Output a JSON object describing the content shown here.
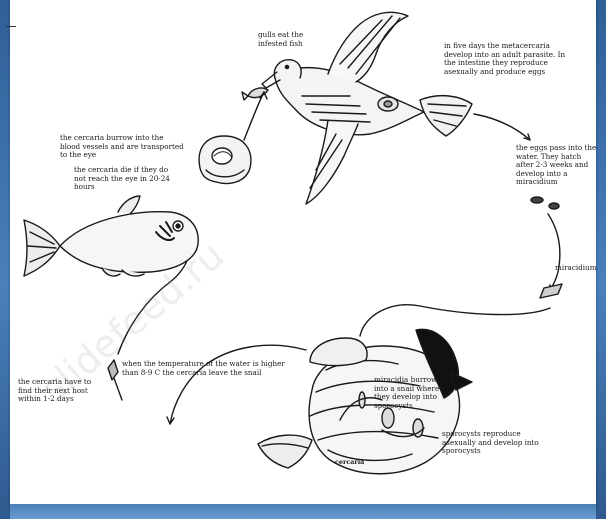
{
  "labels": {
    "gulls_eat": "gulls eat the infested fish",
    "five_days": "in five days the metacercaria develop into an adult parasite. In the intestine they reproduce asexually and produce eggs",
    "eggs_pass": "the eggs pass into the water. They hatch after 2-3 weeks and develop into a miracidium",
    "miracidium": "miracidium",
    "miracidia_burrow": "miracidia burrow into a snail where they develop into sporocysts",
    "sporocysts": "sporocysts reproduce asexually and develop into sporocysts",
    "temperature": "when the temperature of the water is higher than 8-9 C the cercaria leave the snail",
    "cercaria_two_days": "the cercaria have to find their next host within 1-2 days",
    "cercaria_burrow": "the cercaria burrow into the blood vessels and are transported to the eye",
    "cercaria_die": "the cercaria die if they do not reach the eye in 20-24 hours",
    "snail_inner": "cercaria"
  },
  "watermark": "slidefeed.ru",
  "colors": {
    "frame": "#3a6fa8",
    "paper": "#ffffff",
    "ink": "#1a1a1a"
  }
}
